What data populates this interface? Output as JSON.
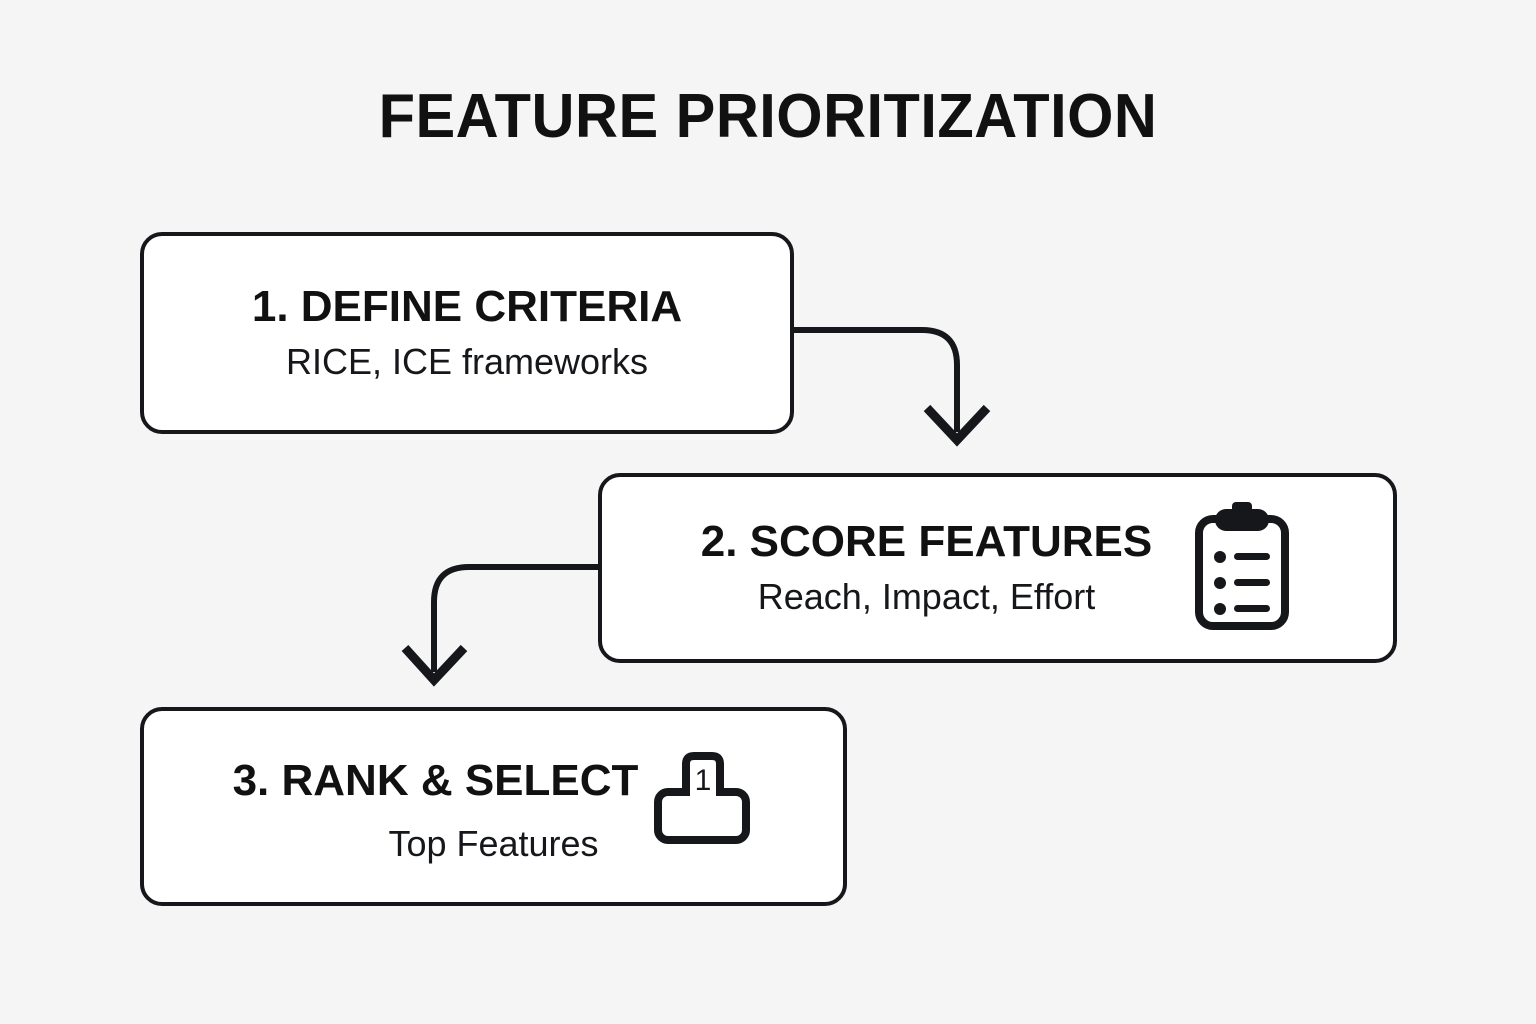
{
  "page": {
    "background_color": "#f5f5f5",
    "ink_color": "#15171a",
    "box_fill_color": "#ffffff"
  },
  "title": "FEATURE PRIORITIZATION",
  "steps": [
    {
      "id": "define-criteria",
      "title": "1. DEFINE CRITERIA",
      "subtitle": "RICE, ICE frameworks",
      "icon": null
    },
    {
      "id": "score-features",
      "title": "2. SCORE FEATURES",
      "subtitle": "Reach, Impact, Effort",
      "icon": "clipboard-checklist-icon"
    },
    {
      "id": "rank-select",
      "title": "3. RANK & SELECT",
      "subtitle": "Top Features",
      "icon": "podium-rank-one-icon",
      "icon_label": "1"
    }
  ],
  "connectors": [
    {
      "id": "connector-step1-to-step2",
      "from": "define-criteria",
      "to": "score-features",
      "shape": "right-then-down",
      "arrowhead": "v-chevron"
    },
    {
      "id": "connector-step2-to-step3",
      "from": "score-features",
      "to": "rank-select",
      "shape": "left-then-down",
      "arrowhead": "v-chevron"
    }
  ]
}
